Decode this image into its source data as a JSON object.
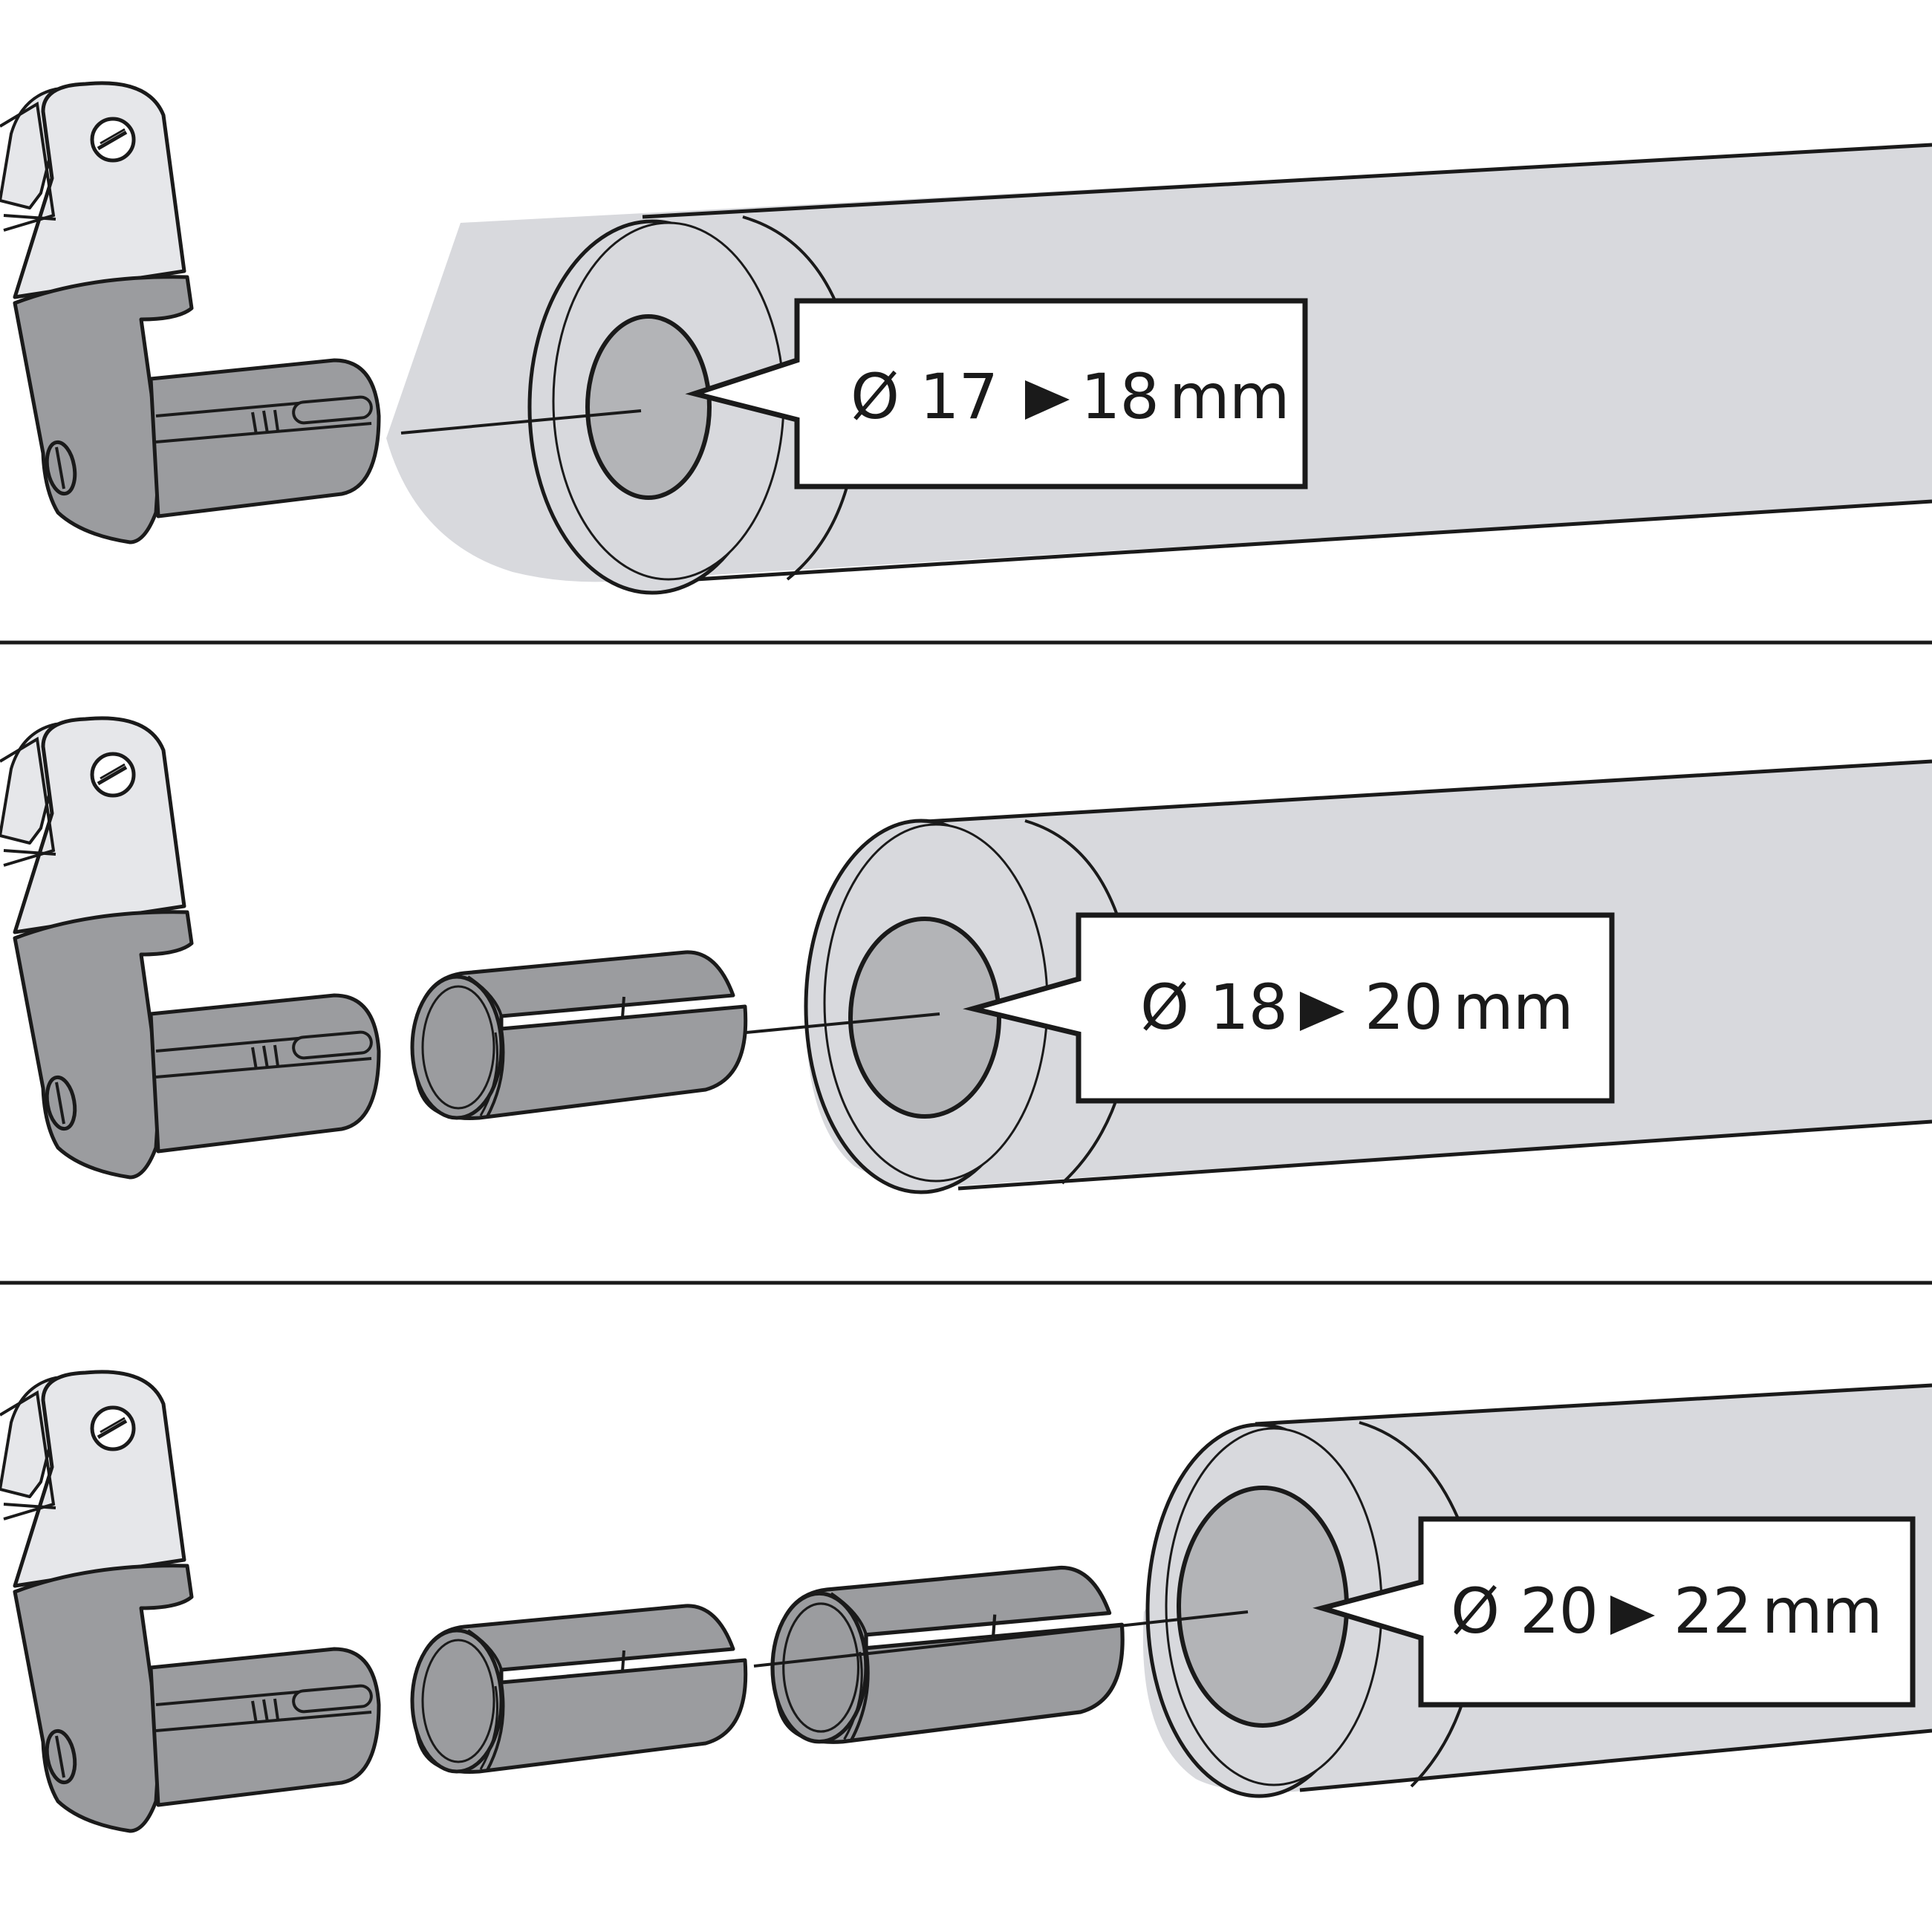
{
  "panels": [
    {
      "diameter_symbol": "Ø",
      "from": "17",
      "arrow": "►",
      "to": "18",
      "unit": "mm",
      "adapter_sleeves": 0
    },
    {
      "diameter_symbol": "Ø",
      "from": "18",
      "arrow": "►",
      "to": "20",
      "unit": "mm",
      "adapter_sleeves": 1
    },
    {
      "diameter_symbol": "Ø",
      "from": "20",
      "arrow": "►",
      "to": "22",
      "unit": "mm",
      "adapter_sleeves": 2
    }
  ],
  "colors": {
    "outline": "#1a1a1a",
    "rod_fill": "#d8d9dd",
    "bore_fill": "#b3b4b7",
    "part_dark": "#9b9c9f",
    "bracket_light": "#e6e7ea",
    "background": "#ffffff"
  },
  "icons": [
    "bracket-icon",
    "rod-icon",
    "sleeve-icon",
    "screw-icon",
    "arrow-right-icon"
  ]
}
